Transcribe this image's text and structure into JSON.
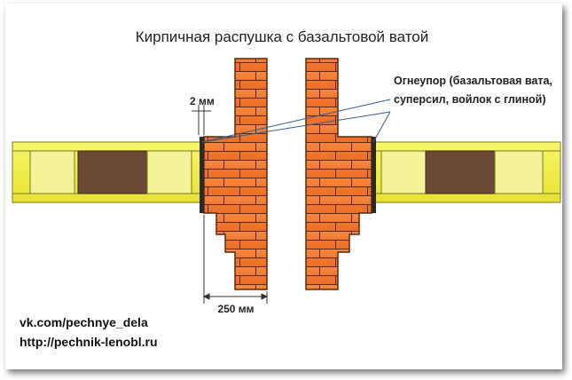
{
  "title": "Кирпичная распушка с базальтовой ватой",
  "annotation": {
    "line1": "Огнеупор (базальтовая вата,",
    "line2": "суперсил, войлок  с глиной)"
  },
  "dimensions": {
    "gap": "2 мм",
    "width": "250 мм"
  },
  "credits": {
    "vk": "vk.com/pechnye_dela",
    "site": "http://pechnik-lenobl.ru"
  },
  "colors": {
    "brick": "#f07a2e",
    "brick_mortar": "#5a2a10",
    "beam": "#f0ef4a",
    "beam_core": "#6a4a35",
    "insulation": "#2a2a2a"
  }
}
